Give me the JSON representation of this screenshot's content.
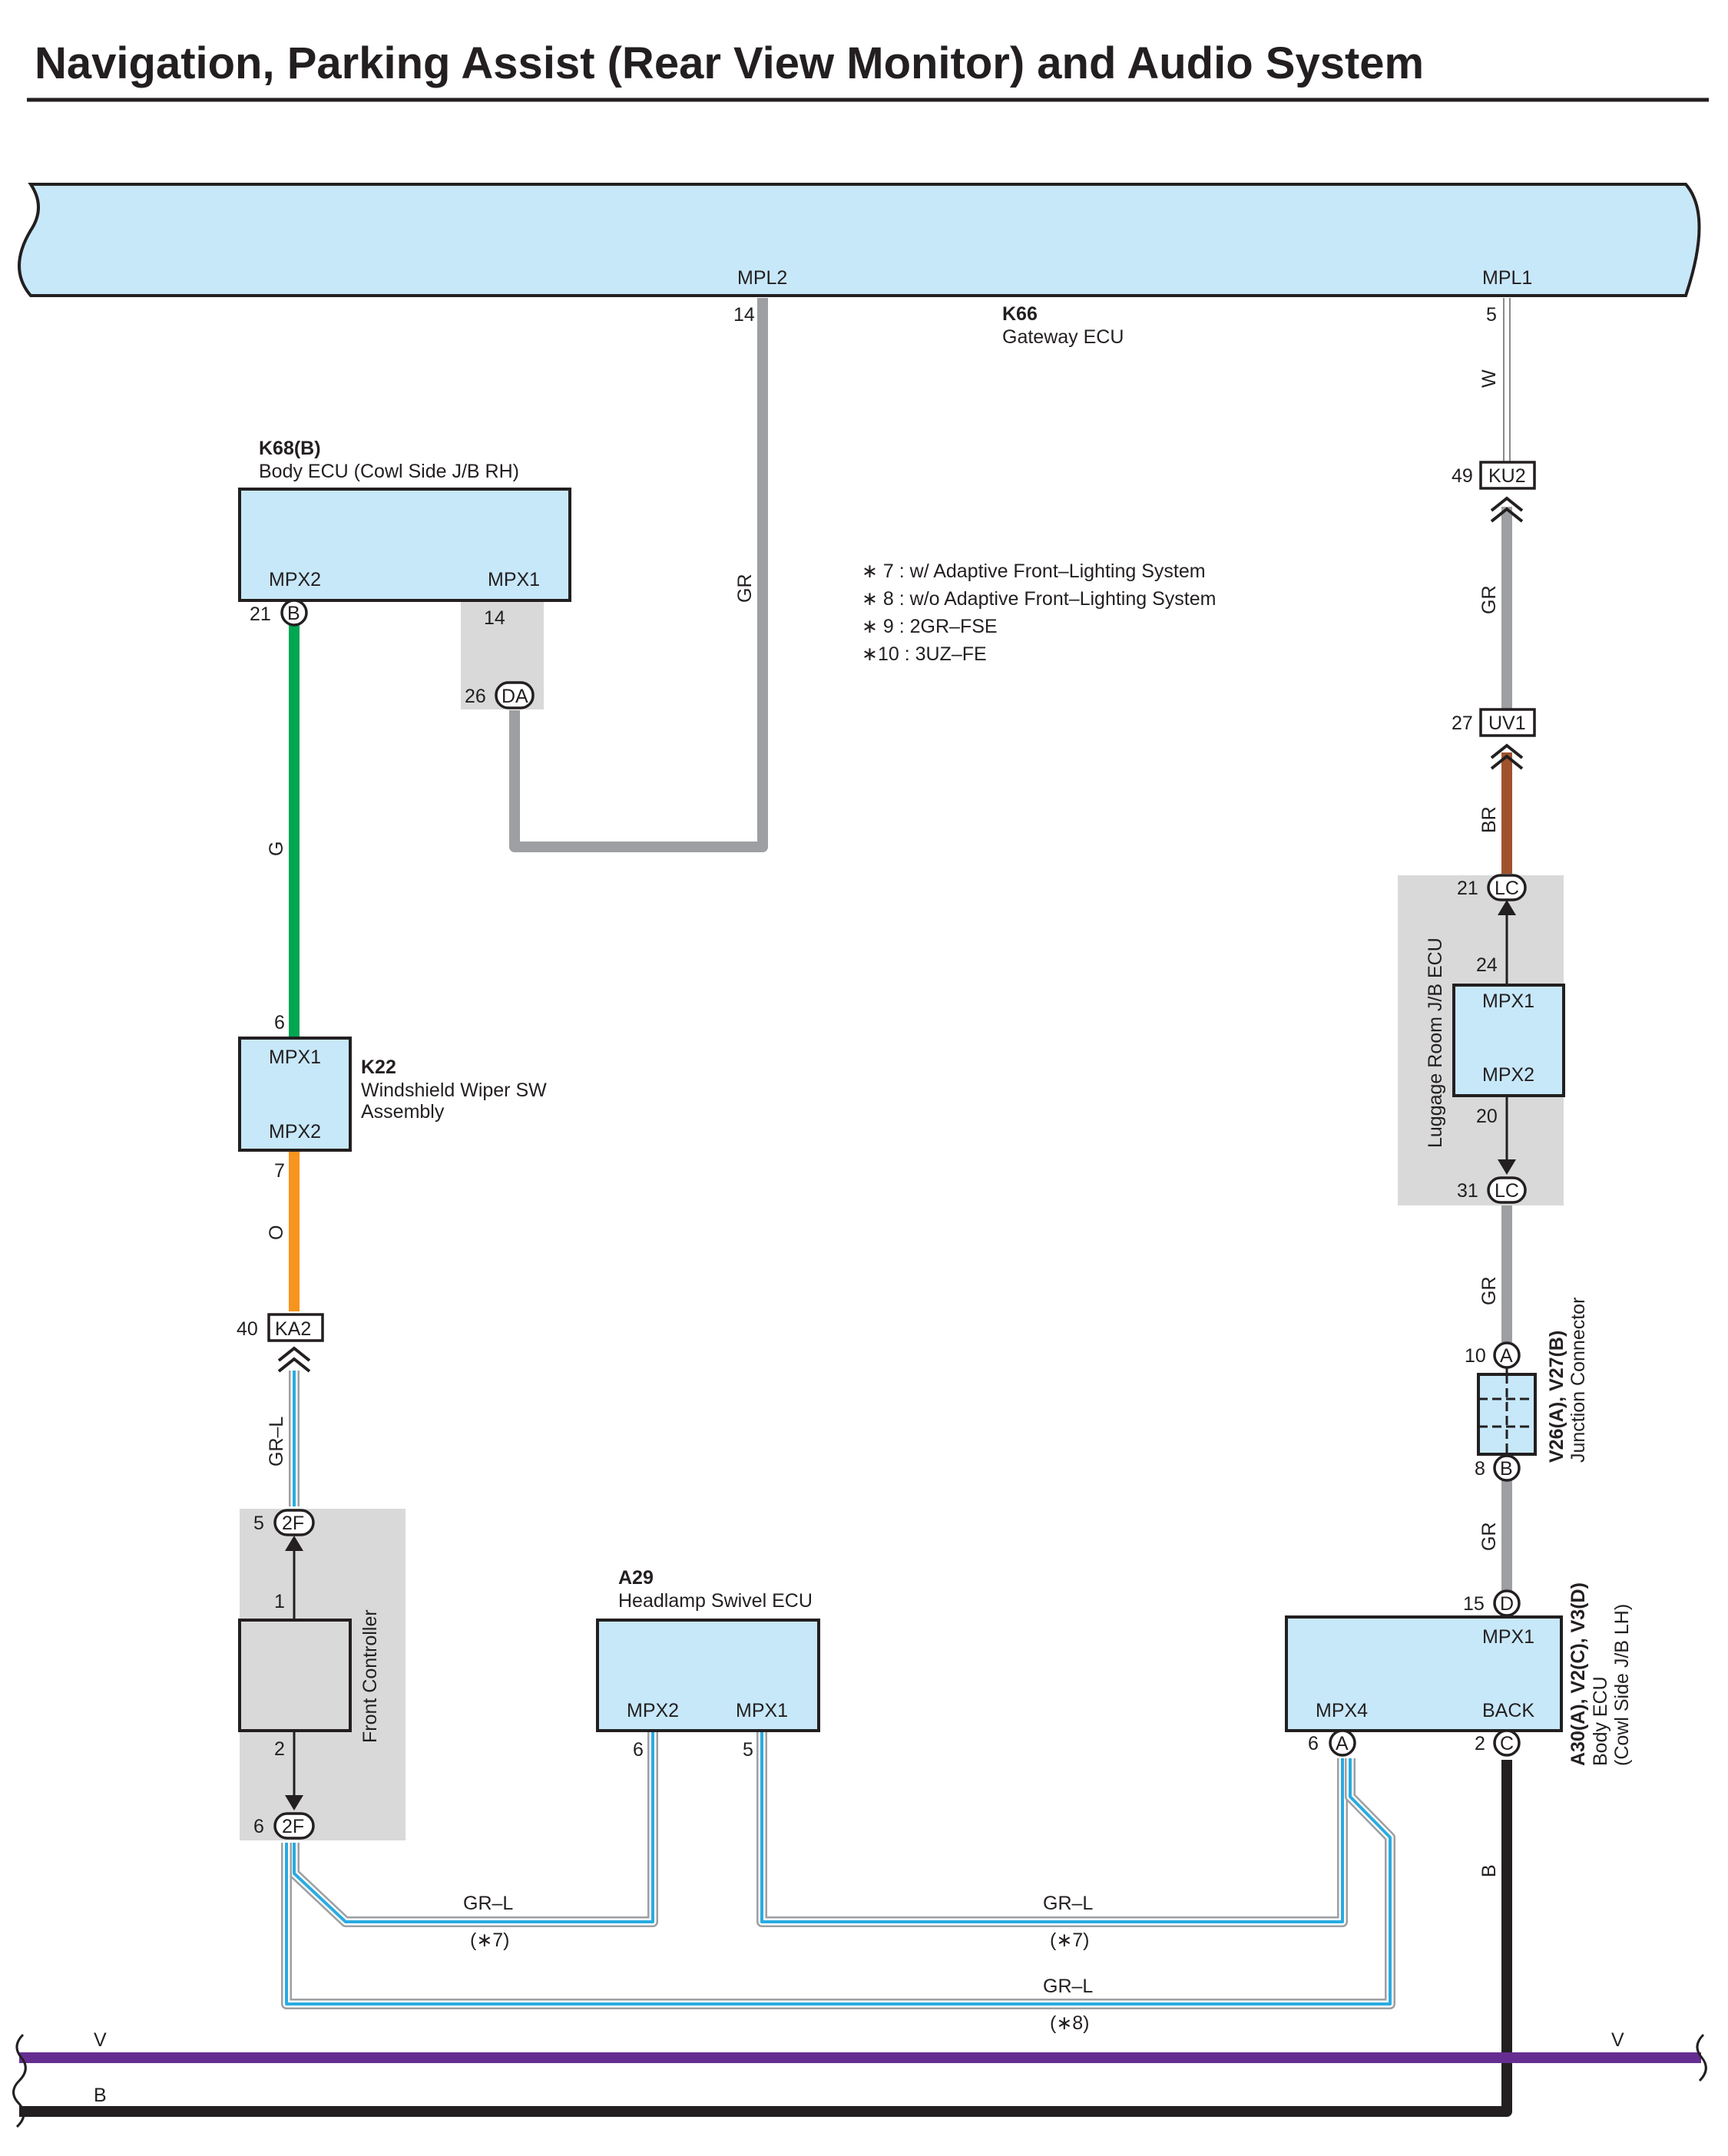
{
  "title": "Navigation, Parking Assist (Rear View Monitor) and Audio System",
  "colors": {
    "ecu_fill": "#c7e8f9",
    "shade": "#d9d9da",
    "wire_G": "#00a651",
    "wire_O": "#f7941d",
    "wire_BR": "#a0522d",
    "wire_GR": "#9d9fa2",
    "wire_GR_L": "#29abe2",
    "wire_V": "#662d91",
    "wire_B": "#231f20"
  },
  "notes": [
    "∗ 7 : w/ Adaptive Front–Lighting System",
    "∗ 8 : w/o Adaptive Front–Lighting System",
    "∗ 9 : 2GR–FSE",
    "∗10 : 3UZ–FE"
  ],
  "k66": {
    "code": "K66",
    "name": "Gateway ECU",
    "terminals": {
      "mpl2": "MPL2",
      "mpl2_pin": "14",
      "mpl1": "MPL1",
      "mpl1_pin": "5"
    }
  },
  "k68": {
    "code": "K68(B)",
    "name": "Body ECU (Cowl Side J/B RH)",
    "terminals": {
      "mpx2": "MPX2",
      "mpx2_pin": "21",
      "mpx2_conn": "B",
      "mpx1": "MPX1",
      "mpx1_pin": "14"
    }
  },
  "da": {
    "pin": "26",
    "label": "DA"
  },
  "k22": {
    "code": "K22",
    "name_line1": "Windshield Wiper SW",
    "name_line2": "Assembly",
    "terminals": {
      "mpx1": "MPX1",
      "mpx1_pin": "6",
      "mpx2": "MPX2",
      "mpx2_pin": "7"
    }
  },
  "ka2": {
    "pin": "40",
    "label": "KA2"
  },
  "front_controller": {
    "name": "Front Controller",
    "top_conn": "2F",
    "top_conn_pin": "5",
    "top_inner_pin": "1",
    "bottom_conn": "2F",
    "bottom_conn_pin": "6",
    "bottom_inner_pin": "2"
  },
  "a29": {
    "code": "A29",
    "name": "Headlamp Swivel ECU",
    "terminals": {
      "mpx2": "MPX2",
      "mpx2_pin": "6",
      "mpx1": "MPX1",
      "mpx1_pin": "5"
    }
  },
  "ku2": {
    "pin": "49",
    "label": "KU2"
  },
  "uv1": {
    "pin": "27",
    "label": "UV1"
  },
  "luggage": {
    "name": "Luggage Room J/B ECU",
    "lc_top_pin": "21",
    "lc_top": "LC",
    "mpx1": "MPX1",
    "mpx1_pin": "24",
    "mpx2": "MPX2",
    "mpx2_pin": "20",
    "lc_bottom_pin": "31",
    "lc_bottom": "LC"
  },
  "junction": {
    "code": "V26(A), V27(B)",
    "name": "Junction Connector",
    "a_pin": "10",
    "a": "A",
    "b_pin": "8",
    "b": "B"
  },
  "a30": {
    "code": "A30(A), V2(C), V3(D)",
    "name_line1": "Body ECU",
    "name_line2": "(Cowl Side J/B LH)",
    "terminals": {
      "mpx1": "MPX1",
      "mpx1_pin": "15",
      "mpx1_conn": "D",
      "mpx4": "MPX4",
      "mpx4_pin": "6",
      "mpx4_conn": "A",
      "back": "BACK",
      "back_pin": "2",
      "back_conn": "C"
    }
  },
  "wire_labels": {
    "gr_mpl2": "GR",
    "w": "W",
    "gr_ku2": "GR",
    "br": "BR",
    "g": "G",
    "o": "O",
    "grl_ka2": "GR–L",
    "gr_lc": "GR",
    "gr_junction": "GR",
    "b": "B",
    "grl_1": "GR–L",
    "note_1": "(∗7)",
    "grl_2": "GR–L",
    "note_2": "(∗7)",
    "grl_3": "GR–L",
    "note_3": "(∗8)",
    "bus_v_left": "V",
    "bus_v_right": "V",
    "bus_b": "B"
  }
}
